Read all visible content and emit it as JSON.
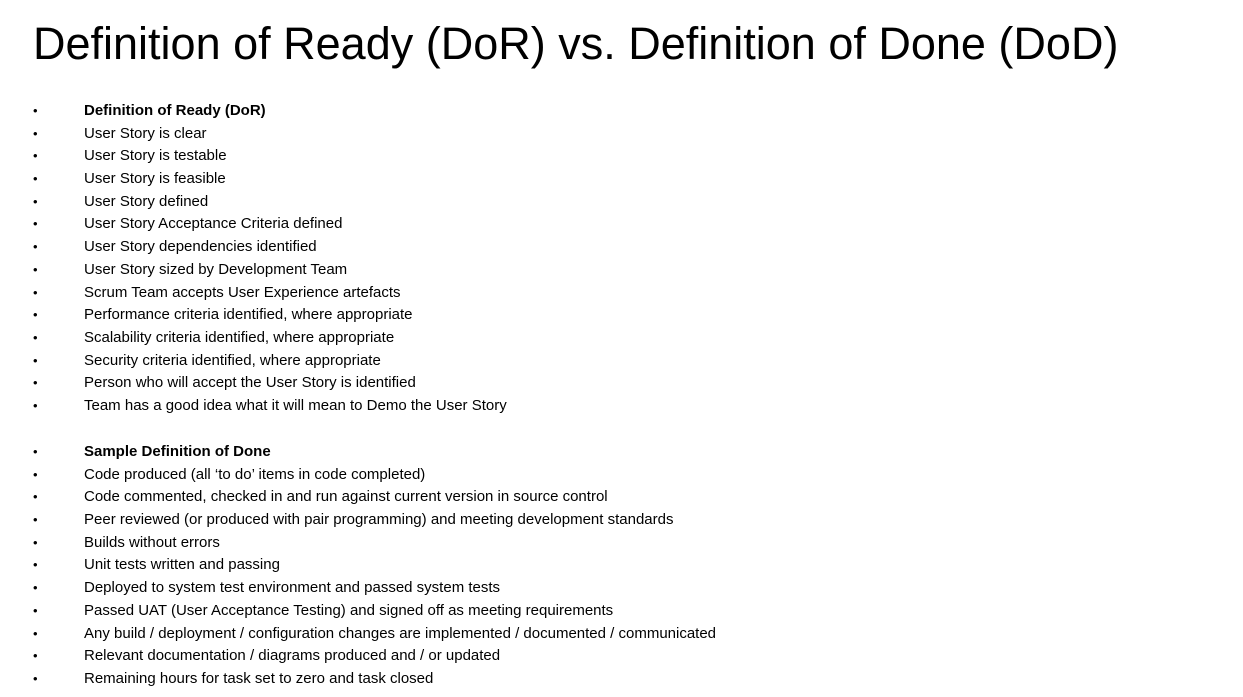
{
  "title": "Definition of Ready (DoR) vs. Definition of Done (DoD)",
  "bullet_glyph": "•",
  "dor": {
    "heading": "Definition of Ready (DoR)",
    "items": [
      "User Story is clear",
      "User Story is testable",
      "User Story is feasible",
      "User Story defined",
      "User Story Acceptance Criteria defined",
      "User Story dependencies identified",
      "User Story sized by Development Team",
      "Scrum Team accepts User Experience artefacts",
      "Performance criteria identified, where appropriate",
      "Scalability criteria identified, where appropriate",
      "Security criteria identified, where appropriate",
      "Person who will accept the User Story is identified",
      "Team has a good idea what it will mean to Demo the User Story"
    ]
  },
  "dod": {
    "heading": "Sample Definition of Done",
    "items": [
      "Code produced (all ‘to do’ items in code completed)",
      "Code commented, checked in and run against current version in source control",
      "Peer reviewed (or produced with pair programming) and meeting development standards",
      "Builds without errors",
      "Unit tests written and passing",
      "Deployed to system test environment and passed system tests",
      "Passed UAT (User Acceptance Testing) and signed off as meeting requirements",
      "Any build / deployment / configuration changes are implemented / documented / communicated",
      "Relevant documentation / diagrams produced and / or updated",
      "Remaining hours for task set to zero and task closed"
    ]
  }
}
